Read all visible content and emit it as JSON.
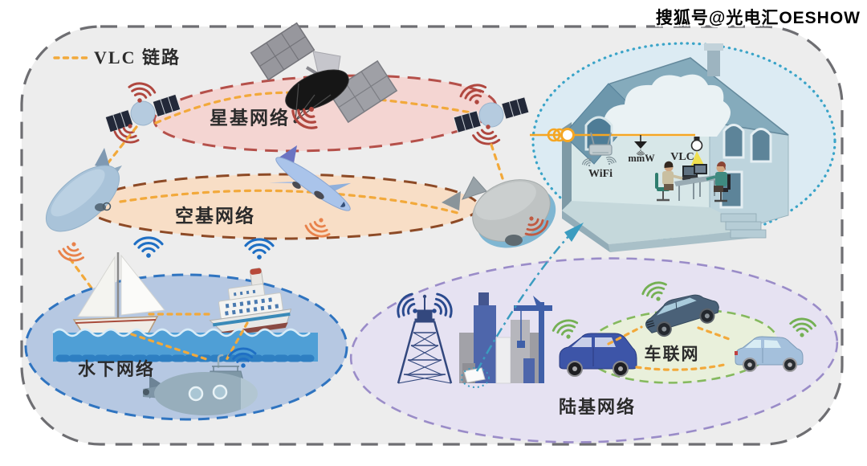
{
  "watermark": "搜狐号@光电汇OESHOW",
  "legend": {
    "vlc_link_label": "VLC 链路"
  },
  "networks": {
    "satellite": {
      "label": "星基网络"
    },
    "air": {
      "label": "空基网络"
    },
    "underwater": {
      "label": "水下网络"
    },
    "ground": {
      "label": "陆基网络"
    },
    "vehicle": {
      "label": "车联网"
    }
  },
  "home": {
    "wifi_label": "WiFi",
    "mmw_label": "mmW",
    "vlc_label": "VLC"
  },
  "colors": {
    "vlc_link": "#f2a93b",
    "canvas_bg": "#ededed",
    "canvas_border": "#6e6e72",
    "satellite_net_fill": "#f4d5d2",
    "satellite_net_border": "#b5504a",
    "air_net_fill": "#f8dec6",
    "air_net_border": "#8d4a26",
    "underwater_net_fill": "#b6c8e2",
    "underwater_net_border": "#2f74c0",
    "ground_net_fill": "#e6e2f2",
    "ground_net_border": "#9a8cc8",
    "vehicle_net_fill": "#e9f0db",
    "vehicle_net_border": "#85b95e",
    "home_net_fill": "#dcebf3",
    "home_net_border": "#3aa4c8",
    "wifi_red": "#b0473f",
    "wifi_orange": "#e8824b",
    "wifi_blue": "#1f6fc4",
    "wifi_green": "#74b054",
    "wifi_navy": "#2a4a8e",
    "arrow_teal": "#3b9cc0"
  }
}
